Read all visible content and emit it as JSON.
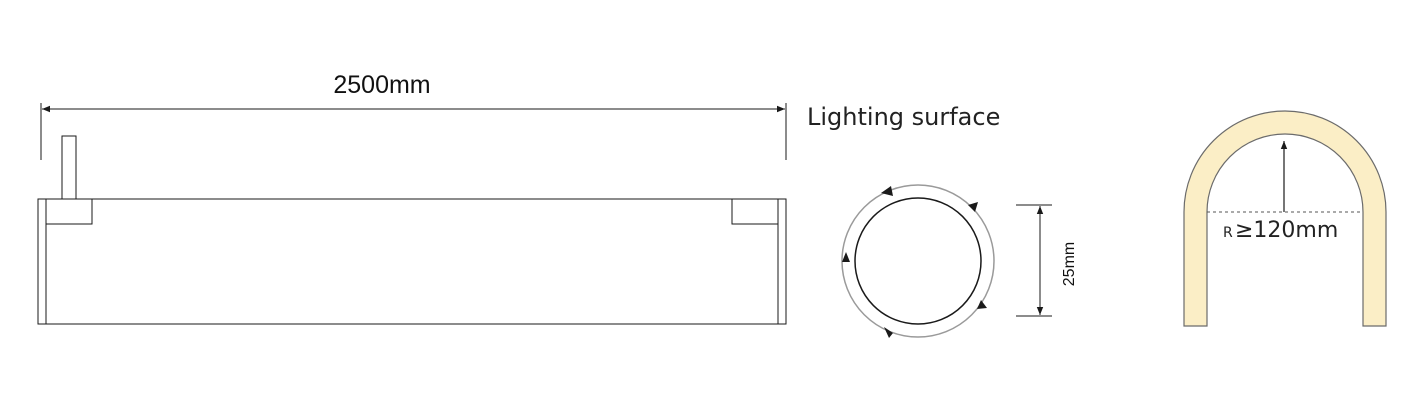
{
  "labels": {
    "length": "2500mm",
    "lighting_surface": "Lighting surface",
    "diameter": "25mm",
    "radius_prefix": "R",
    "radius_value": "≥120mm"
  },
  "colors": {
    "line": "#1a1a1a",
    "ring_outer": "#9a9a9a",
    "glow_fill": "#fbeec6",
    "glow_stroke": "#6b6b6b",
    "background": "#ffffff"
  }
}
